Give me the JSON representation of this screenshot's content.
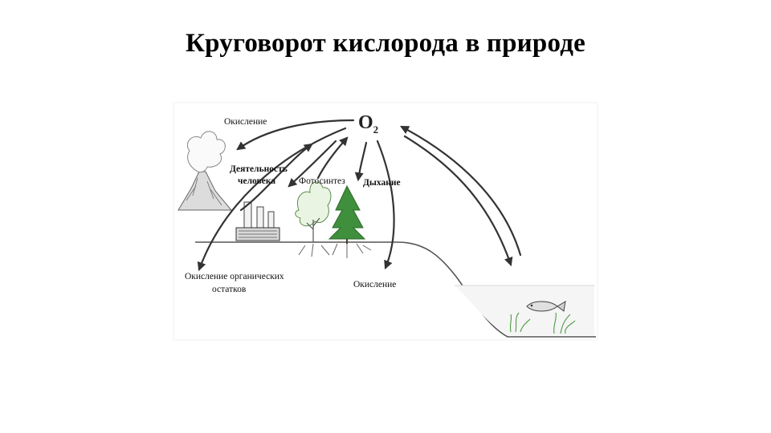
{
  "title": "Круговорот  кислорода в природе",
  "diagram": {
    "center_label": "O",
    "center_subscript": "2",
    "labels": {
      "oxidation_top": "Окисление",
      "human_activity_line1": "Деятельность",
      "human_activity_line2": "человека",
      "photosynthesis": "Фотосинтез",
      "respiration": "Дыхание",
      "organic_line1": "Окисление органических",
      "organic_line2": "остатков",
      "oxidation_bottom": "Окисление"
    }
  }
}
